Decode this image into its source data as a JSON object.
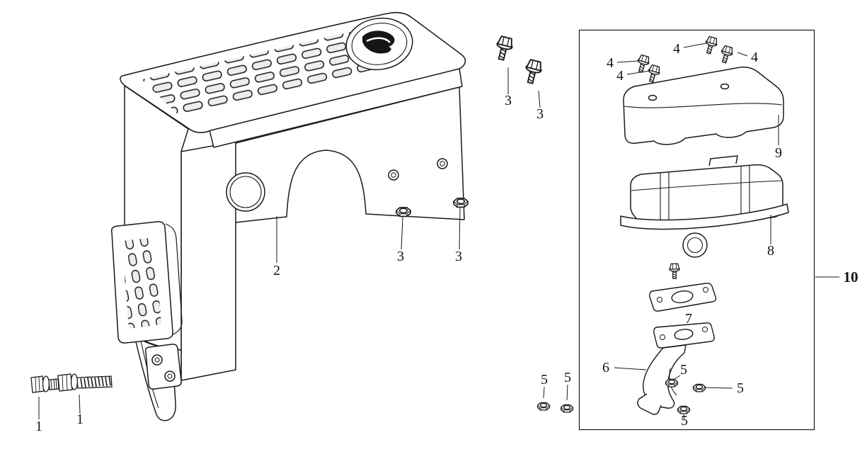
{
  "diagram": {
    "background": "#ffffff",
    "line_color": "#1a1a1a",
    "emblem_color": "#161616",
    "callouts": [
      "1",
      "1",
      "2",
      "3",
      "3",
      "3",
      "3",
      "4",
      "4",
      "4",
      "4",
      "5",
      "5",
      "5",
      "5",
      "5",
      "6",
      "7",
      "8",
      "9",
      "10"
    ]
  }
}
